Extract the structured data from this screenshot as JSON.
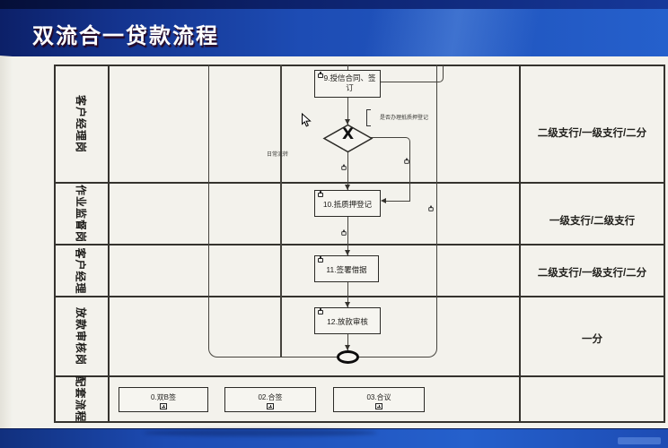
{
  "header": {
    "title": "双流合一贷款流程"
  },
  "lanes": [
    {
      "label": "客户经理岗",
      "org": "二级支行/一级支行/二分"
    },
    {
      "label": "作业监督岗",
      "org": "一级支行/二级支行"
    },
    {
      "label": "客户经理",
      "org": "二级支行/一级支行/二分"
    },
    {
      "label": "放款审核岗",
      "org": "一分"
    },
    {
      "label": "配套流程",
      "org": ""
    }
  ],
  "flow": {
    "step9": "9.授信合同、签订",
    "decision": "X",
    "note_decision": "是否办理抵质押登记",
    "note_branch": "日常流转",
    "step10": "10.抵质押登记",
    "step11": "11.签署借据",
    "step12": "12.放款审核"
  },
  "subflow": [
    {
      "label": "0.双B签"
    },
    {
      "label": "02.合签"
    },
    {
      "label": "03.合议"
    }
  ],
  "icons": {
    "box_marker": "lock-icon",
    "sub_marker": "plus-box-icon",
    "pointer": "mouse-cursor-icon"
  },
  "colors": {
    "header_blue": "#1d4cb4",
    "slide_bg": "#f3f2ec",
    "line": "#35332e"
  }
}
